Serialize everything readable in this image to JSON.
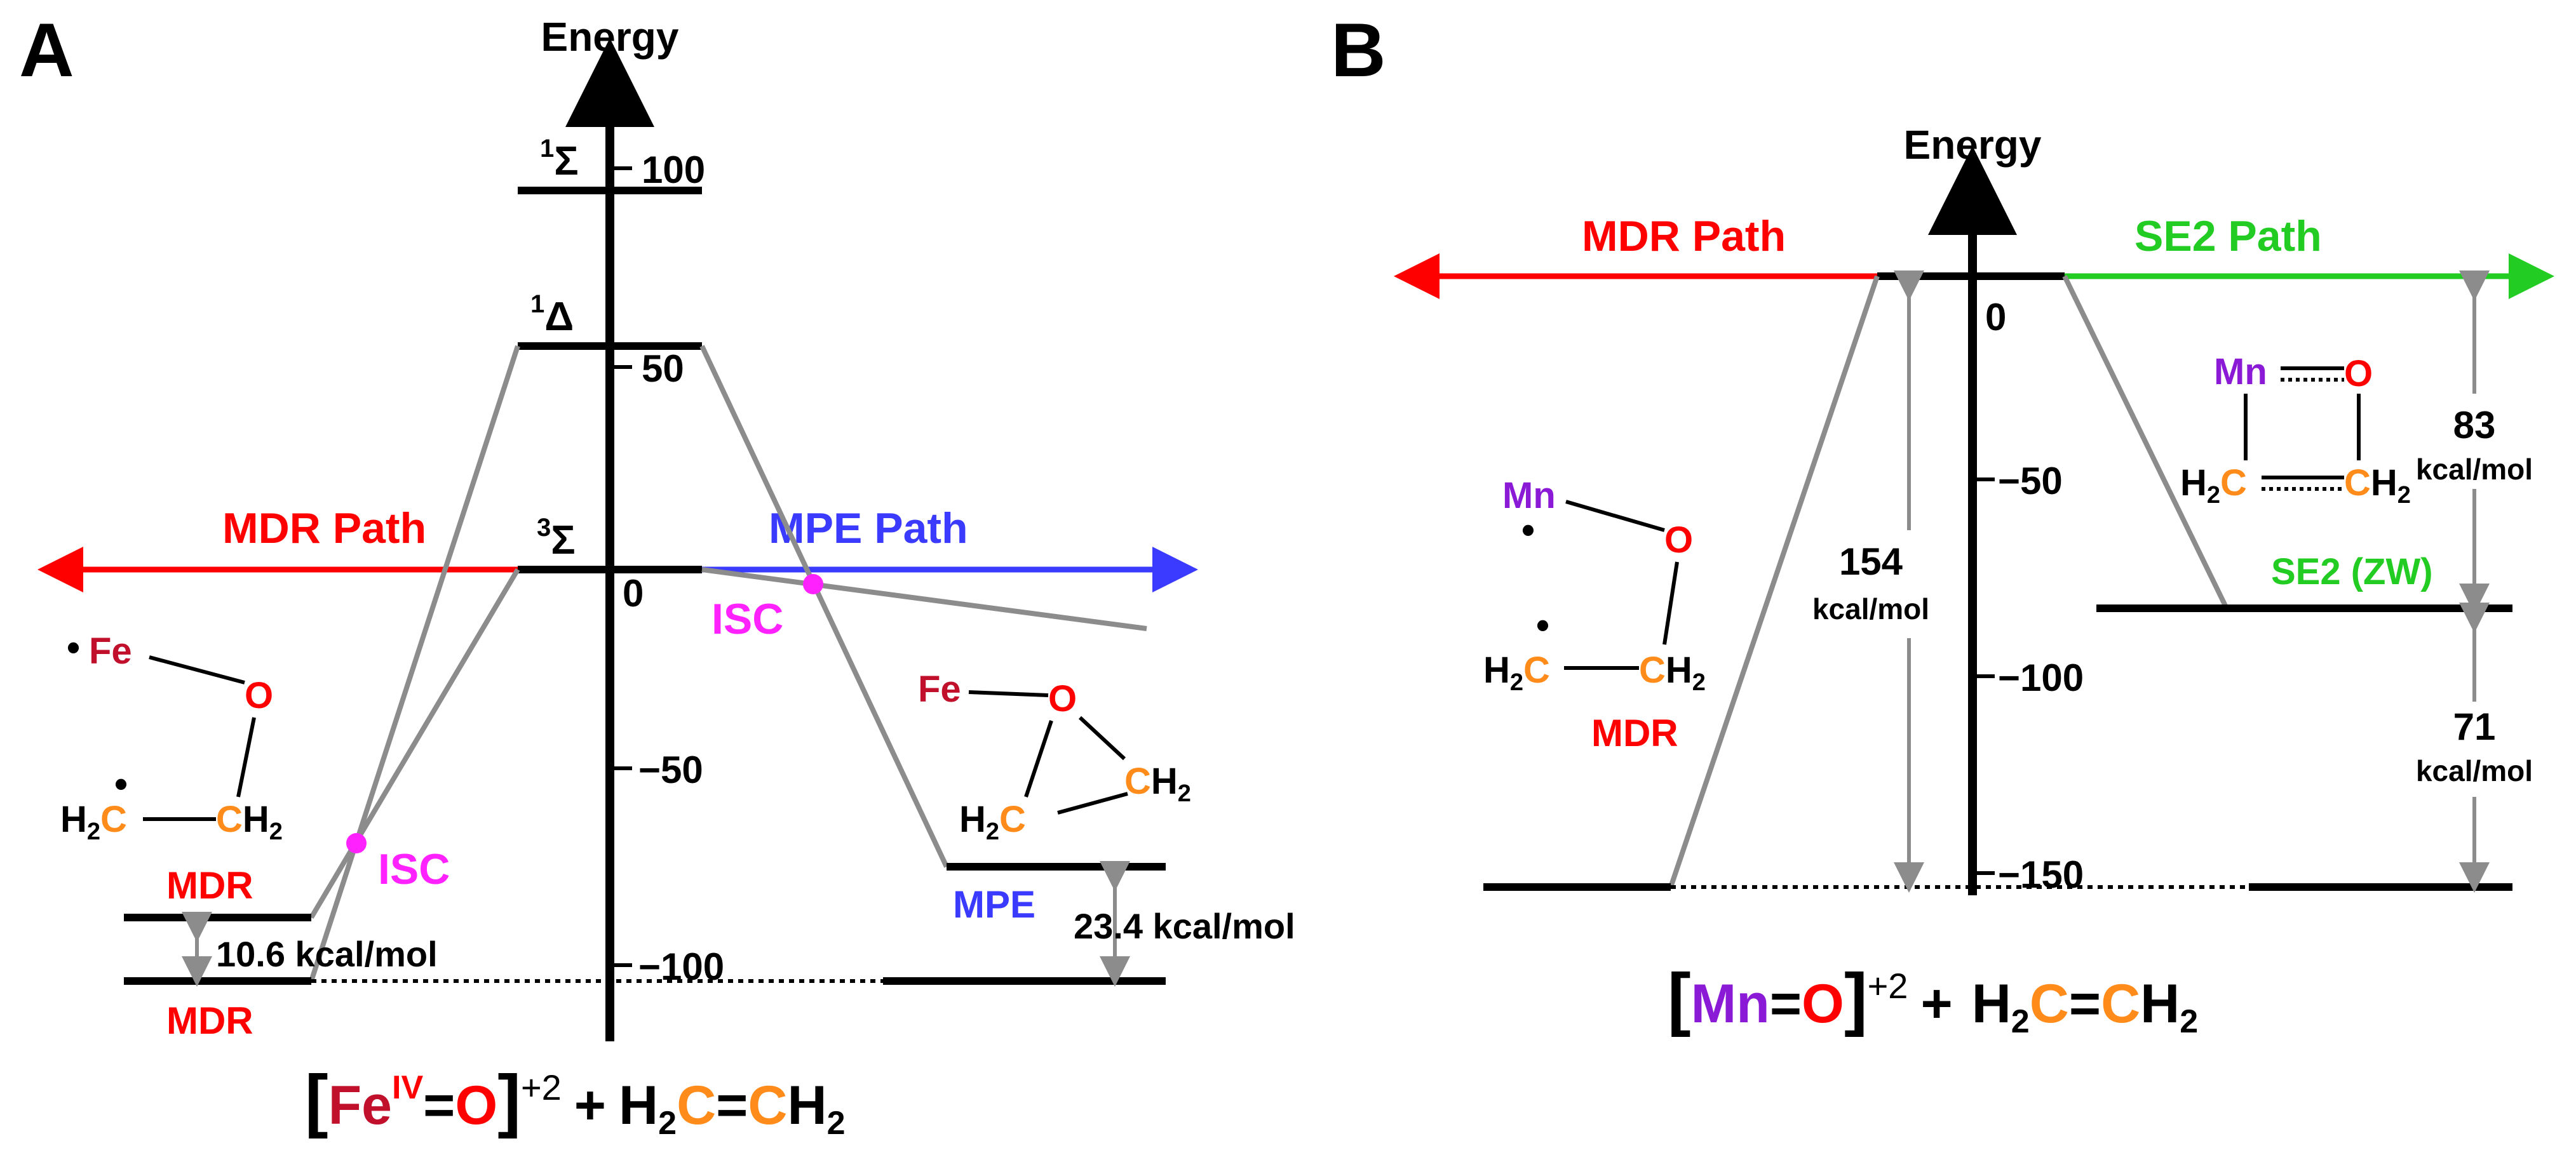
{
  "colors": {
    "black": "#000000",
    "gray": "#8c8c8c",
    "red": "#ff0000",
    "darkred": "#c0102c",
    "orange": "#ff8c1a",
    "blue": "#3b3bff",
    "green": "#22cc22",
    "magenta": "#ff22ff",
    "purple": "#8a1ad6"
  },
  "panel_a": {
    "letter": "A",
    "axis_title": "Energy",
    "ticks": [
      "100",
      "50",
      "0",
      "−50",
      "−100"
    ],
    "state_triplet": "Σ",
    "state_triplet_sup": "3",
    "state_delta": "Δ",
    "state_delta_sup": "1",
    "state_singlet": "Σ",
    "state_singlet_sup": "1",
    "mdr_path_label": "MDR Path",
    "mpe_path_label": "MPE Path",
    "isc_label_1": "ISC",
    "isc_label_2": "ISC",
    "mdr_label_upper": "MDR",
    "mdr_label_lower": "MDR",
    "mpe_label": "MPE",
    "gap_mdr": "10.6 kcal/mol",
    "gap_mpe": "23.4 kcal/mol",
    "mol_mdr": {
      "metal": "Fe",
      "oxygen": "O",
      "h2c": "H",
      "h2c_sub": "2",
      "c": "C",
      "ch2_h": "H",
      "ch2_sub": "2"
    },
    "mol_mpe": {
      "metal": "Fe",
      "oxygen": "O",
      "ch2_h": "H",
      "ch2_sub": "2",
      "h2c": "H",
      "h2c_sub": "2",
      "c": "C"
    },
    "reactant": {
      "bracket_open": "[",
      "metal": "Fe",
      "metal_sup": "IV",
      "bond": "=",
      "oxygen": "O",
      "bracket_close": "]",
      "charge": "+2",
      "plus": "+",
      "h": "H",
      "sub": "2",
      "c": "C",
      "double": "="
    }
  },
  "panel_b": {
    "letter": "B",
    "axis_title": "Energy",
    "ticks": [
      "0",
      "−50",
      "−100",
      "−150"
    ],
    "mdr_path_label": "MDR Path",
    "se2_path_label": "SE2 Path",
    "gap_mdr_value": "154",
    "gap_mdr_unit": "kcal/mol",
    "gap_se2_value": "83",
    "gap_se2_unit": "kcal/mol",
    "gap_zw_value": "71",
    "gap_zw_unit": "kcal/mol",
    "se2_zw_label": "SE2 (ZW)",
    "mdr_label": "MDR",
    "mol_mdr": {
      "metal": "Mn",
      "oxygen": "O",
      "h2c_h": "H",
      "h2c_sub": "2",
      "c": "C",
      "ch2_h": "H",
      "ch2_sub": "2"
    },
    "mol_se2": {
      "metal": "Mn",
      "oxygen": "O",
      "h2c_h": "H",
      "h2c_sub": "2",
      "c": "C",
      "ch2_h": "H",
      "ch2_sub": "2"
    },
    "reactant": {
      "bracket_open": "[",
      "metal": "Mn",
      "bond": "=",
      "oxygen": "O",
      "bracket_close": "]",
      "charge": "+2",
      "plus": "+",
      "h": "H",
      "sub": "2",
      "c": "C",
      "double": "="
    }
  }
}
